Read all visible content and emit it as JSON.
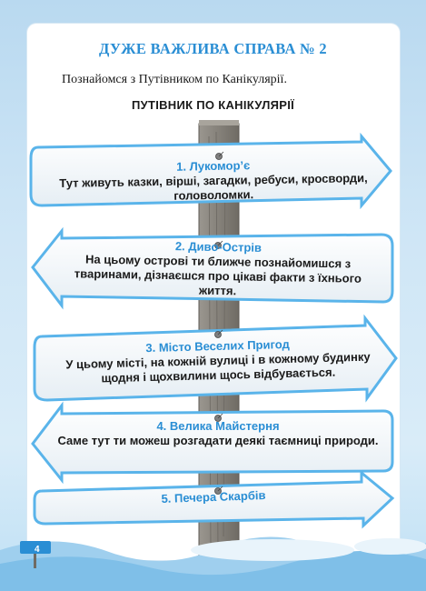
{
  "header": {
    "title": "ДУЖЕ ВАЖЛИВА СПРАВА № 2"
  },
  "intro": "Познайомся з Путівником по Канікулярії.",
  "guide_title": "ПУТІВНИК ПО КАНІКУЛЯРІЇ",
  "signs": [
    {
      "title": "1. Лукомор’є",
      "text": "Тут живуть  казки, вірші, загадки, ребуси, кросворди, головоломки."
    },
    {
      "title": "2. Диво-Острів",
      "text": "На цьому острові ти ближче познайомишся з тваринами, дізнаєшся про цікаві факти з їхнього життя."
    },
    {
      "title": "3. Місто Веселих Пригод",
      "text": "У цьому місті, на кожній вулиці і в кожному будинку щодня і щохвилини щось відбувається."
    },
    {
      "title": "4. Велика Майстерня",
      "text": "Саме тут ти можеш розгадати деякі таємниці природи."
    },
    {
      "title": "5. Печера Скарбів",
      "text": ""
    }
  ],
  "page_number": "4",
  "colors": {
    "accent": "#2a8ed4",
    "sign_border": "#5ab4ea",
    "post": "#7d7a74"
  }
}
